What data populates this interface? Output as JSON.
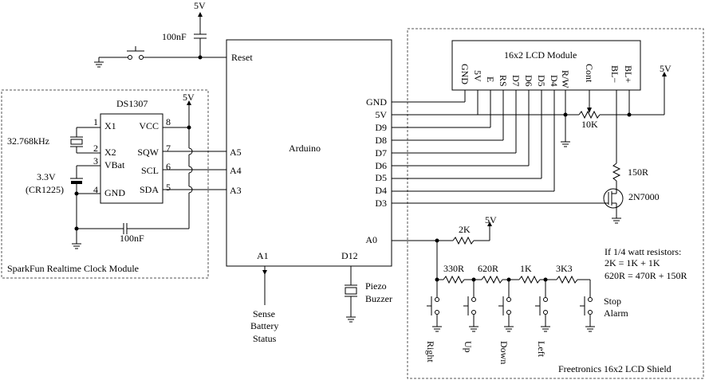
{
  "power": {
    "label": "5V",
    "top": "5V",
    "ds_vcc": "5V",
    "lcd_bl": "5V",
    "keypad": "5V"
  },
  "reset": {
    "label": "Reset",
    "cap": "100nF"
  },
  "arduino": {
    "title": "Arduino",
    "pins_right": [
      "GND",
      "5V",
      "D9",
      "D8",
      "D7",
      "D6",
      "D5",
      "D4",
      "D3"
    ],
    "pins_left": [
      "A5",
      "A4",
      "A3"
    ],
    "a0": "A0",
    "a1": "A1",
    "d12": "D12"
  },
  "rtc": {
    "chip": "DS1307",
    "module": "SparkFun Realtime Clock Module",
    "crystal": "32.768kHz",
    "battery_voltage": "3.3V",
    "battery_type": "(CR1225)",
    "cap": "100nF",
    "pins_left": [
      {
        "num": "1",
        "name": "X1"
      },
      {
        "num": "2",
        "name": "X2"
      },
      {
        "num": "3",
        "name": "VBat"
      },
      {
        "num": "4",
        "name": "GND"
      }
    ],
    "pins_right": [
      {
        "num": "8",
        "name": "VCC"
      },
      {
        "num": "7",
        "name": "SQW"
      },
      {
        "num": "6",
        "name": "SCL"
      },
      {
        "num": "5",
        "name": "SDA"
      }
    ]
  },
  "lcd": {
    "title": "16x2 LCD Module",
    "pins": [
      "GND",
      "5V",
      "E",
      "RS",
      "D7",
      "D6",
      "D5",
      "D4",
      "R/W",
      "Cont",
      "BL−",
      "BL+"
    ],
    "pot": "10K",
    "resistor": "150R",
    "mosfet": "2N7000",
    "shield": "Freetronics 16x2 LCD Shield"
  },
  "keypad": {
    "pullup": "2K",
    "resistors": [
      "330R",
      "620R",
      "1K",
      "3K3"
    ],
    "buttons": [
      "Right",
      "Up",
      "Down",
      "Left"
    ],
    "stop_line1": "Stop",
    "stop_line2": "Alarm",
    "note": [
      "If 1/4 watt resistors:",
      "2K = 1K + 1K",
      "620R = 470R + 150R"
    ]
  },
  "sense": {
    "line1": "Sense",
    "line2": "Battery",
    "line3": "Status"
  },
  "piezo": {
    "line1": "Piezo",
    "line2": "Buzzer"
  }
}
